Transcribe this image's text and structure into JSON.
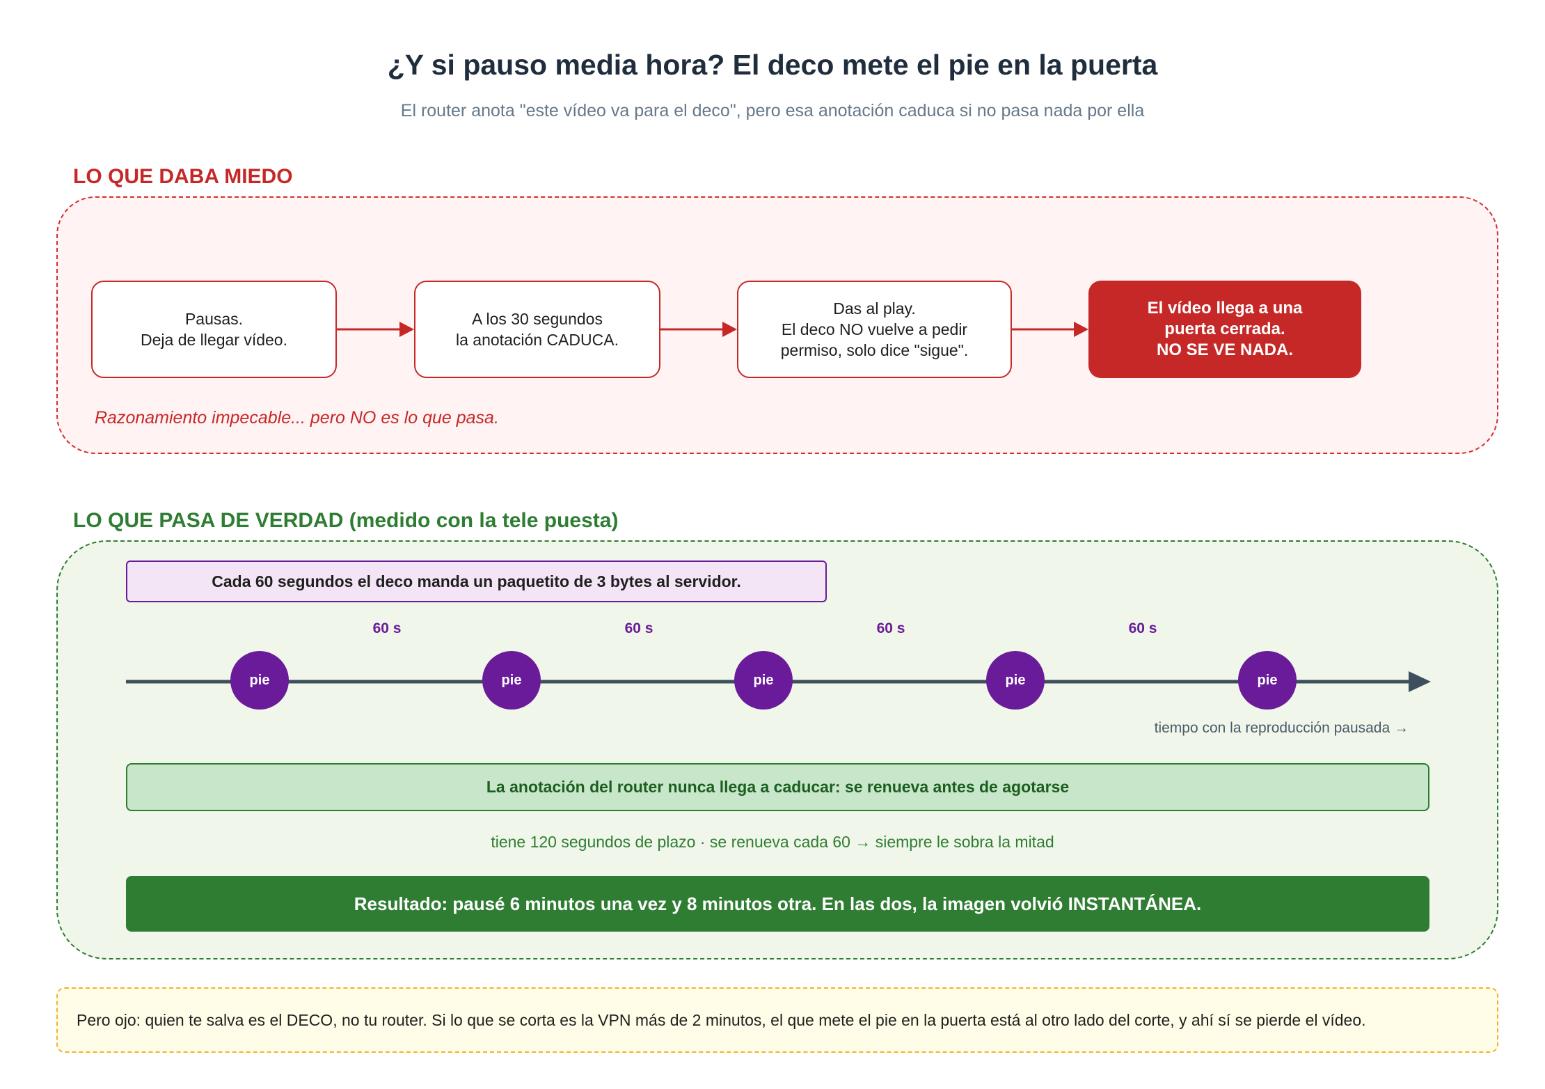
{
  "header": {
    "title": "¿Y si pauso media hora? El deco mete el pie en la puerta",
    "subtitle": "El router anota \"este vídeo va para el deco\", pero esa anotación caduca si no pasa nada por ella"
  },
  "fear": {
    "heading": "LO QUE DABA MIEDO",
    "steps": [
      "Pausas.\nDeja de llegar vídeo.",
      "A los 30 segundos\nla anotación CADUCA.",
      "Das al play.\nEl deco NO vuelve a pedir\npermiso, solo dice \"sigue\".",
      "El vídeo llega a una\npuerta cerrada.\nNO SE VE NADA."
    ],
    "note": "Razonamiento impecable... pero NO es lo que pasa."
  },
  "reality": {
    "heading": "LO QUE PASA DE VERDAD (medido con la tele puesta)",
    "heartbeat_note": "Cada 60 segundos el deco manda un paquetito de 3 bytes al servidor.",
    "intervals": [
      "60 s",
      "60 s",
      "60 s",
      "60 s"
    ],
    "pies": [
      "pie",
      "pie",
      "pie",
      "pie",
      "pie"
    ],
    "time_caption": "tiempo con la reproducción pausada →",
    "renew_title": "La anotación del router nunca llega a caducar: se renueva antes de agotarse",
    "renew_detail": "tiene 120 segundos de plazo · se renueva cada 60 → siempre le sobra la mitad",
    "result": "Resultado: pausé 6 minutos una vez y 8 minutos otra. En las dos, la imagen volvió INSTANTÁNEA."
  },
  "warning": "Pero ojo: quien te salva es el DECO, no tu router. Si lo que se corta es la VPN más de 2 minutos, el que mete el pie en la puerta está al otro lado del corte, y ahí sí se pierde el vídeo.",
  "colors": {
    "fear": "#c62828",
    "reality": "#2e7d32",
    "pie": "#6a1b9a",
    "timeline": "#3d4f5c"
  }
}
